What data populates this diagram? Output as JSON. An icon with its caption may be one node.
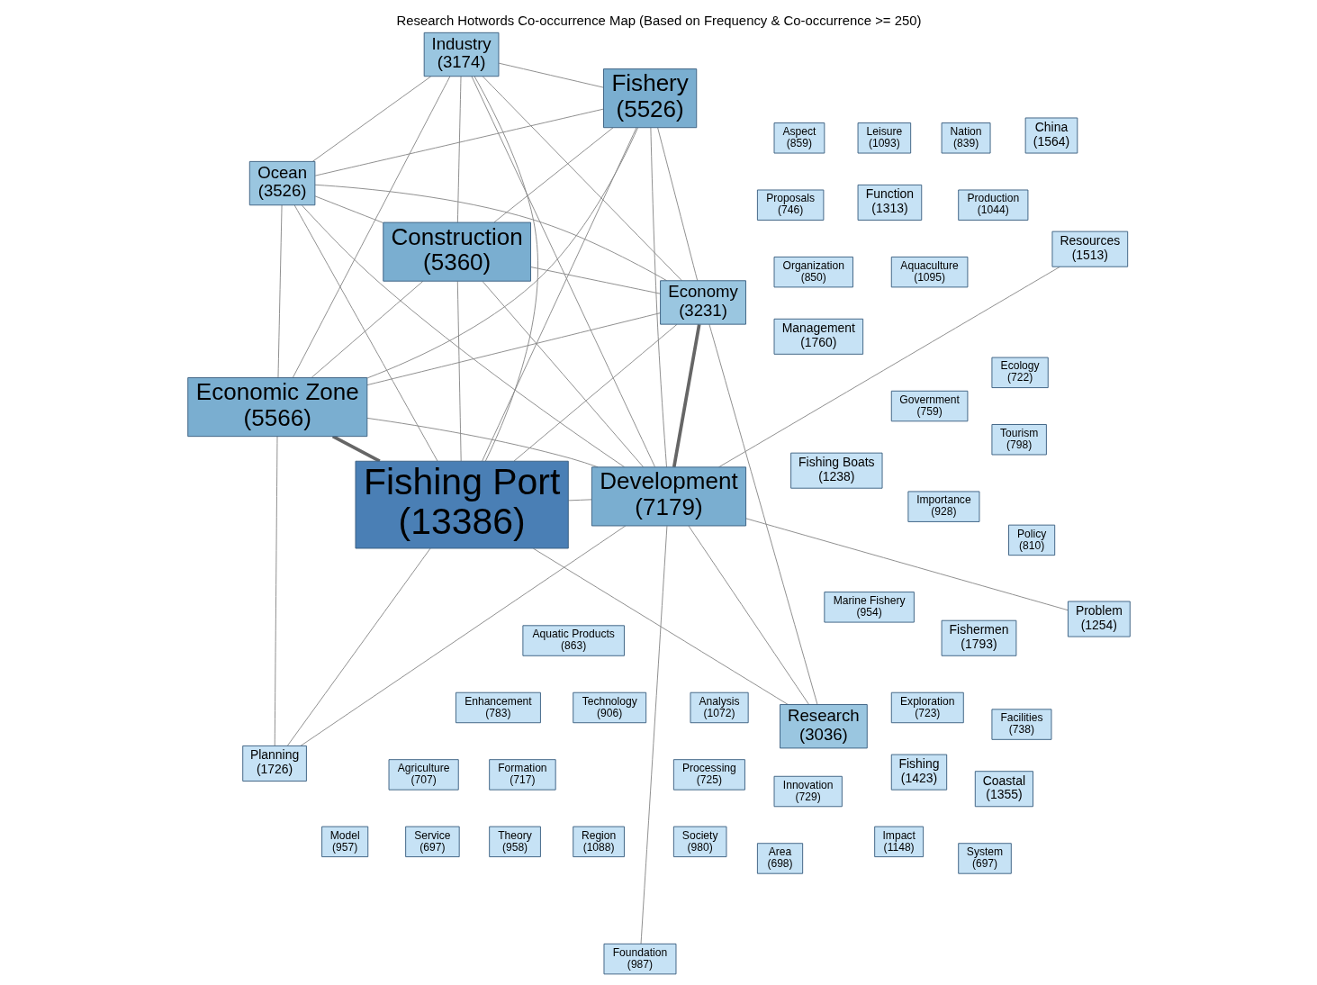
{
  "diagram": {
    "title": "Research Hotwords Co-occurrence Map (Based on Frequency & Co-occurrence >= 250)",
    "nodes": [
      {
        "text": [
          "Analysis (1072)"
        ]
      },
      {
        "text": [
          "Policy (810)"
        ]
      },
      {
        "text": [
          "Society (980)"
        ]
      },
      {
        "text": [
          "Impact (1148)"
        ]
      },
      {
        "text": [
          "Fishing (1423)"
        ]
      },
      {
        "text": [
          "China (1564)"
        ]
      },
      {
        "text": [
          "Nation (839)"
        ]
      },
      {
        "text": [
          "Exploration (723)"
        ]
      },
      {
        "text": [
          "Leisure (1093)"
        ]
      },
      {
        "text": [
          "Government (759)"
        ]
      },
      {
        "text": [
          "Aquaculture (1095)"
        ]
      },
      {
        "text": [
          "Fishing Boats (1238)"
        ]
      },
      {
        "text": [
          "Organization (850)"
        ]
      },
      {
        "text": [
          "Enhancement (783)"
        ]
      },
      {
        "text": [
          "Ocean (3526)"
        ]
      },
      {
        "text": [
          "Economy (3231)"
        ]
      },
      {
        "text": [
          "Research (3036)"
        ]
      },
      {
        "text": [
          "Marine Fishery (954)"
        ]
      },
      {
        "text": [
          "Aspect (859)"
        ]
      },
      {
        "text": [
          "Resources (1513)"
        ]
      },
      {
        "text": [
          "Model (957)"
        ]
      },
      {
        "text": [
          "Aquatic Products (863)"
        ]
      },
      {
        "text": [
          "Service (697)"
        ]
      },
      {
        "text": [
          "Technology (906)"
        ]
      },
      {
        "text": [
          "Fishery (5526)"
        ]
      },
      {
        "text": [
          "Industry (3174)"
        ]
      },
      {
        "text": [
          "Fishing Port (13386)"
        ]
      },
      {
        "text": [
          "Development (7179)"
        ]
      },
      {
        "text": [
          "Foundation (987)"
        ]
      },
      {
        "text": [
          "Importance (928)"
        ]
      },
      {
        "text": [
          "Production (1044)"
        ]
      },
      {
        "text": [
          "Management (1760)"
        ]
      },
      {
        "text": [
          "Function (1313)"
        ]
      },
      {
        "text": [
          "Construction (5360)"
        ]
      },
      {
        "text": [
          "Economic Zone (5566)"
        ]
      },
      {
        "text": [
          "Planning (1726)"
        ]
      },
      {
        "text": [
          "Theory (958)"
        ]
      },
      {
        "text": [
          "Fishermen (1793)"
        ]
      },
      {
        "text": [
          "Problem (1254)"
        ]
      },
      {
        "text": [
          "Proposals (746)"
        ]
      },
      {
        "text": [
          "Agriculture (707)"
        ]
      },
      {
        "text": [
          "Formation (717)"
        ]
      },
      {
        "text": [
          "Innovation (729)"
        ]
      },
      {
        "text": [
          "Processing (725)"
        ]
      },
      {
        "text": [
          "Region (1088)"
        ]
      },
      {
        "text": [
          "Coastal (1355)"
        ]
      },
      {
        "text": [
          "Facilities (738)"
        ]
      },
      {
        "text": [
          "Tourism (798)"
        ]
      },
      {
        "text": [
          "Ecology (722)"
        ]
      },
      {
        "text": [
          "Area (698)"
        ]
      },
      {
        "text": [
          "System (697)"
        ]
      }
    ],
    "edges": [
      {
        "from": 14,
        "to": 15,
        "arrow": "none"
      },
      {
        "from": 15,
        "to": 16,
        "arrow": "none"
      },
      {
        "from": 14,
        "to": 27,
        "arrow": "none"
      },
      {
        "from": 14,
        "to": 26,
        "arrow": "none"
      },
      {
        "from": 14,
        "to": 25,
        "arrow": "none"
      },
      {
        "from": 14,
        "to": 34,
        "arrow": "none"
      },
      {
        "from": 14,
        "to": 24,
        "arrow": "none"
      },
      {
        "from": 14,
        "to": 33,
        "arrow": "none"
      },
      {
        "from": 15,
        "to": 24,
        "arrow": "none"
      },
      {
        "from": 15,
        "to": 33,
        "arrow": "none"
      },
      {
        "from": 15,
        "to": 25,
        "arrow": "none"
      },
      {
        "from": 15,
        "to": 34,
        "arrow": "none"
      },
      {
        "from": 15,
        "to": 26,
        "arrow": "none"
      },
      {
        "from": 15,
        "to": 27,
        "arrow": "none",
        "style": "thick"
      },
      {
        "from": 16,
        "to": 26,
        "arrow": "none"
      },
      {
        "from": 16,
        "to": 27,
        "arrow": "none"
      },
      {
        "from": 24,
        "to": 27,
        "arrow": "none"
      },
      {
        "from": 24,
        "to": 26,
        "arrow": "none"
      },
      {
        "from": 24,
        "to": 25,
        "arrow": "none"
      },
      {
        "from": 25,
        "to": 26,
        "arrow": "none"
      },
      {
        "from": 24,
        "to": 33,
        "arrow": "none"
      },
      {
        "from": 24,
        "to": 34,
        "arrow": "none"
      },
      {
        "from": 25,
        "to": 33,
        "arrow": "none"
      },
      {
        "from": 25,
        "to": 34,
        "arrow": "none"
      },
      {
        "from": 25,
        "to": 27,
        "arrow": "none"
      },
      {
        "from": 26,
        "to": 33,
        "arrow": "none"
      },
      {
        "from": 26,
        "to": 34,
        "arrow": "none",
        "style": "thick"
      },
      {
        "from": 26,
        "to": 35,
        "arrow": "none"
      },
      {
        "from": 26,
        "to": 27,
        "arrow": "none"
      },
      {
        "from": 27,
        "to": 33,
        "arrow": "none"
      },
      {
        "from": 27,
        "to": 34,
        "arrow": "none"
      },
      {
        "from": 27,
        "to": 35,
        "arrow": "none"
      },
      {
        "from": 27,
        "to": 28,
        "arrow": "none"
      },
      {
        "from": 27,
        "to": 19,
        "arrow": "none"
      },
      {
        "from": 27,
        "to": 38,
        "arrow": "none"
      },
      {
        "from": 33,
        "to": 34,
        "arrow": "none"
      },
      {
        "from": 34,
        "to": 35,
        "arrow": "none"
      }
    ]
  }
}
